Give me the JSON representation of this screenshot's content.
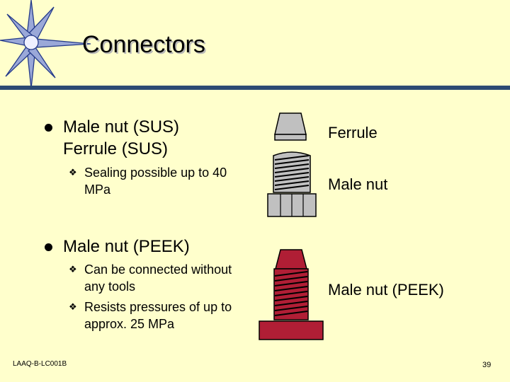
{
  "slide": {
    "title": "Connectors",
    "bullets": [
      {
        "lines": [
          "Male nut (SUS)",
          "Ferrule (SUS)"
        ],
        "sub": [
          {
            "lines": [
              "Sealing possible up to 40",
              "MPa"
            ]
          }
        ]
      },
      {
        "lines": [
          "Male nut (PEEK)"
        ],
        "sub": [
          {
            "lines": [
              "Can be connected without",
              "any tools"
            ]
          },
          {
            "lines": [
              "Resists pressures of up to",
              "approx. 25 MPa"
            ]
          }
        ]
      }
    ],
    "part_labels": {
      "ferrule": "Ferrule",
      "male_nut": "Male nut",
      "male_nut_peek": "Male nut (PEEK)"
    },
    "footer_code": "LAAQ-B-LC001B",
    "page_number": "39"
  },
  "colors": {
    "steel": "#c0c0c0",
    "peek": "#b01e35",
    "rule": "#2c4a73",
    "background": "#ffffcc",
    "star": "#9aa8d8"
  }
}
